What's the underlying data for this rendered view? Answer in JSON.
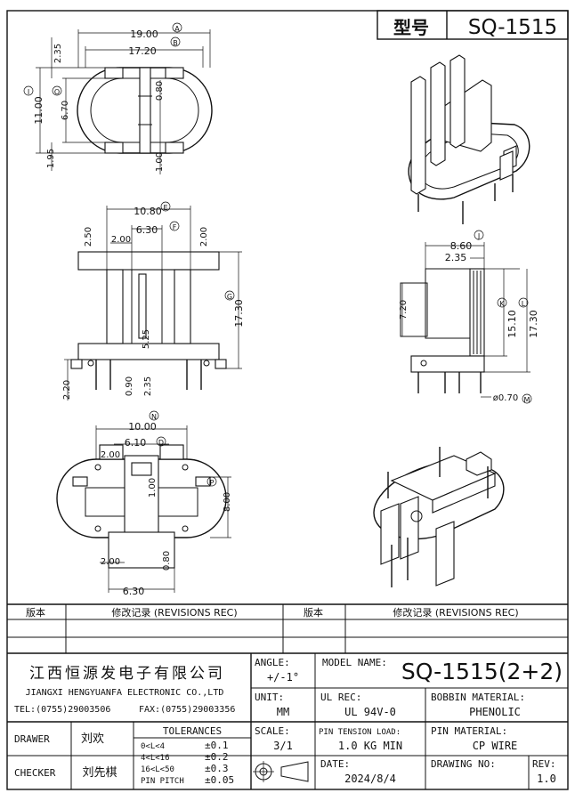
{
  "title_box": {
    "label": "型号",
    "model": "SQ-1515"
  },
  "top_view": {
    "dims": [
      "19.00",
      "17.20",
      "2.35",
      "11.00",
      "6.70",
      "0.80",
      "1.95",
      "1.00"
    ],
    "markers": [
      "A",
      "B",
      "I",
      "O"
    ]
  },
  "front_view": {
    "dims": [
      "10.80",
      "6.30",
      "2.50",
      "2.00",
      "2.00",
      "17.30",
      "5.25",
      "2.20",
      "0.90",
      "2.35"
    ],
    "markers": [
      "E",
      "F",
      "G"
    ]
  },
  "side_view": {
    "dims": [
      "8.60",
      "2.35",
      "7.20",
      "15.10",
      "17.30",
      "ø0.70"
    ],
    "markers": [
      "J",
      "K",
      "L",
      "M"
    ]
  },
  "bottom_view": {
    "dims": [
      "10.00",
      "6.10",
      "2.00",
      "1.00",
      "8.00",
      "2.00",
      "0.80",
      "6.30"
    ],
    "markers": [
      "N",
      "D",
      "P"
    ]
  },
  "revisions": {
    "col_version": "版本",
    "col_record": "修改记录 (REVISIONS REC)"
  },
  "company": {
    "name_cn": "江西恒源发电子有限公司",
    "name_en": "JIANGXI HENGYUANFA ELECTRONIC CO.,LTD",
    "tel": "TEL:(0755)29003506",
    "fax": "FAX:(0755)29003356"
  },
  "title_block": {
    "angle_label": "ANGLE:",
    "angle_value": "+/-1°",
    "model_label": "MODEL NAME:",
    "model_value": "SQ-1515(2+2)",
    "unit_label": "UNIT:",
    "unit_value": "MM",
    "ul_label": "UL REC:",
    "ul_value": "UL 94V-0",
    "bobbin_label": "BOBBIN MATERIAL:",
    "bobbin_value": "PHENOLIC",
    "scale_label": "SCALE:",
    "scale_value": "3/1",
    "pin_tension_label": "PIN TENSION LOAD:",
    "pin_tension_value": "1.0 KG MIN",
    "pin_material_label": "PIN MATERIAL:",
    "pin_material_value": "CP WIRE",
    "date_label": "DATE:",
    "date_value": "2024/8/4",
    "drawing_no_label": "DRAWING NO:",
    "rev_label": "REV:",
    "rev_value": "1.0",
    "drawer_label": "DRAWER",
    "drawer_value": "刘欢",
    "checker_label": "CHECKER",
    "checker_value": "刘先棋",
    "tolerances_label": "TOLERANCES",
    "tolerances": [
      {
        "range": "0<L<4",
        "value": "±0.1"
      },
      {
        "range": "4<L<16",
        "value": "±0.2"
      },
      {
        "range": "16<L<50",
        "value": "±0.3"
      },
      {
        "range": "PIN PITCH",
        "value": "±0.05"
      }
    ]
  }
}
